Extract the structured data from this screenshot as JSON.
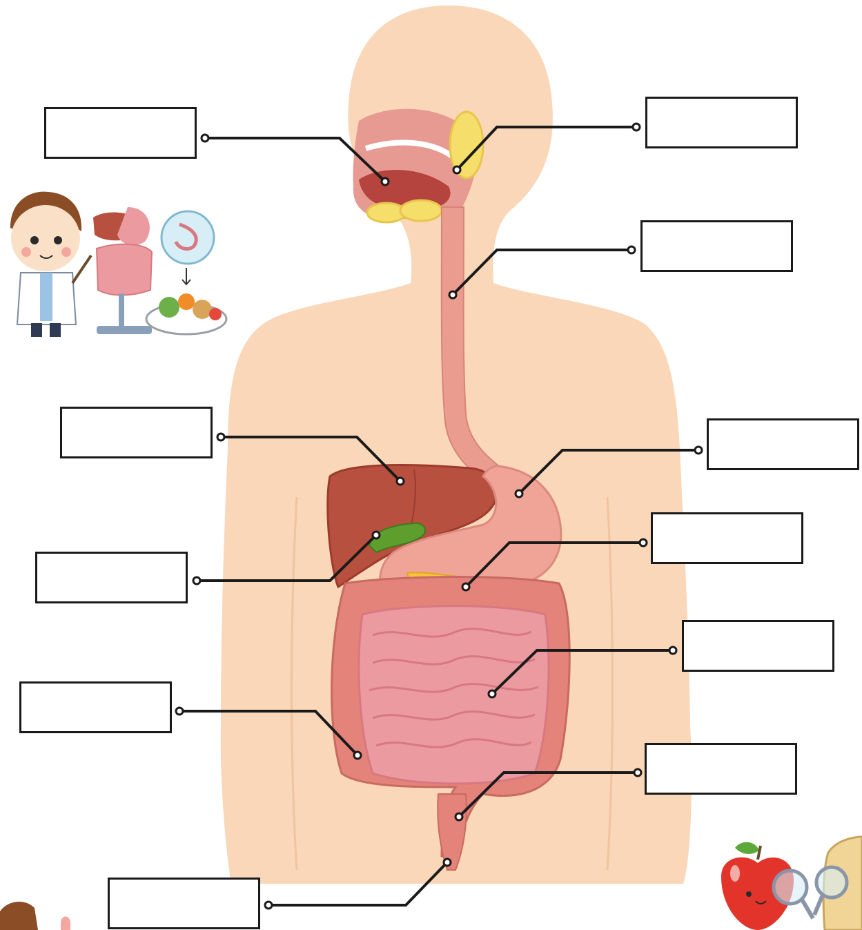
{
  "diagram": {
    "labels": [
      {
        "id": "mouth",
        "value": ""
      },
      {
        "id": "salivary-gland",
        "value": ""
      },
      {
        "id": "esophagus",
        "value": ""
      },
      {
        "id": "stomach",
        "value": ""
      },
      {
        "id": "liver",
        "value": ""
      },
      {
        "id": "pancreas",
        "value": ""
      },
      {
        "id": "gallbladder",
        "value": ""
      },
      {
        "id": "small-intestine",
        "value": ""
      },
      {
        "id": "large-intestine",
        "value": ""
      },
      {
        "id": "rectum",
        "value": ""
      },
      {
        "id": "anus",
        "value": ""
      }
    ]
  },
  "colors": {
    "skin": "#f9d7b8",
    "skin_shadow": "#efc4a0",
    "mucosa": "#e79a91",
    "esophagus": "#ea9c8f",
    "stomach": "#f0a497",
    "liver": "#b8503f",
    "liver_dark": "#9c3b2d",
    "gallbladder": "#5e9e2e",
    "pancreas": "#f5c43c",
    "salivary": "#f6de6a",
    "small_intestine": "#eb9aa0",
    "large_intestine": "#e4837a",
    "line": "#1a1a1a"
  },
  "decor": {
    "top_left_icon": "doctor-teaching-digestion-illustration",
    "bottom_right_icon": "apple-and-bread-with-magnifier-illustration",
    "bottom_left_icon": "cartoon-character-partial"
  }
}
